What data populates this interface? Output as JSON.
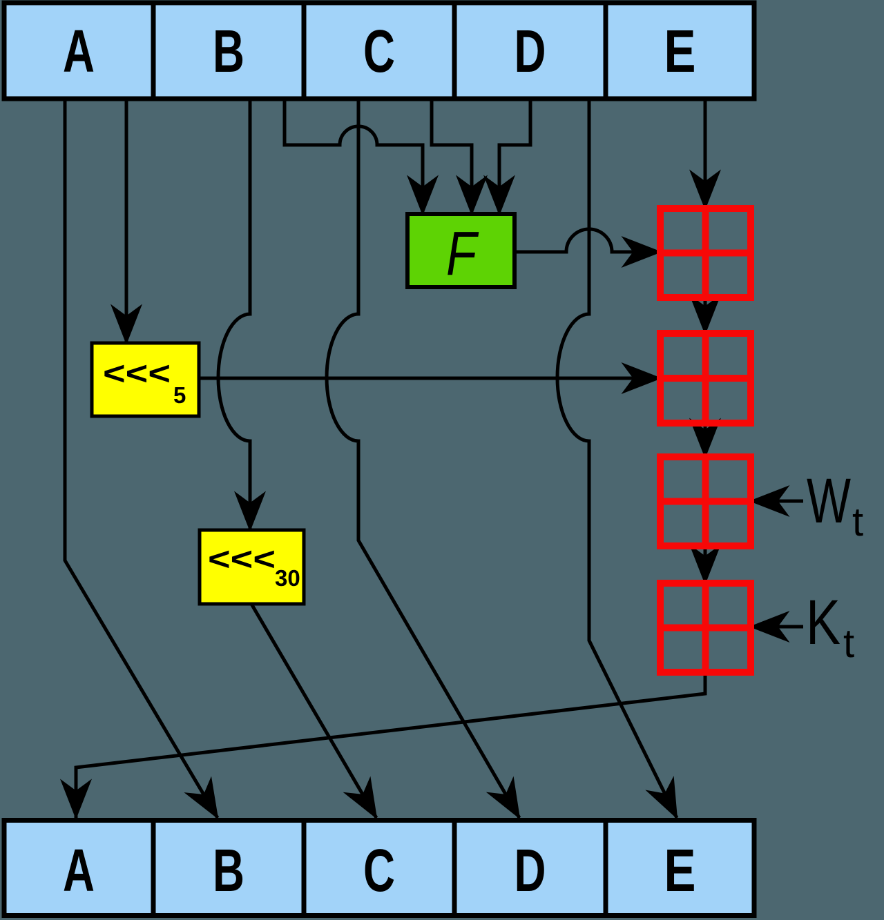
{
  "colors": {
    "background": "#4C6770",
    "register": "#A2D3F9",
    "f_box": "#5ED304",
    "rotate_box": "#FFFF00",
    "adder": "#F70808",
    "line": "#000000"
  },
  "registers_top": [
    "A",
    "B",
    "C",
    "D",
    "E"
  ],
  "registers_bottom": [
    "A",
    "B",
    "C",
    "D",
    "E"
  ],
  "f_label": "F",
  "rot5": {
    "op": "<<<",
    "amount": "5"
  },
  "rot30": {
    "op": "<<<",
    "amount": "30"
  },
  "w_input": {
    "base": "W",
    "sub": "t"
  },
  "k_input": {
    "base": "K",
    "sub": "t"
  }
}
